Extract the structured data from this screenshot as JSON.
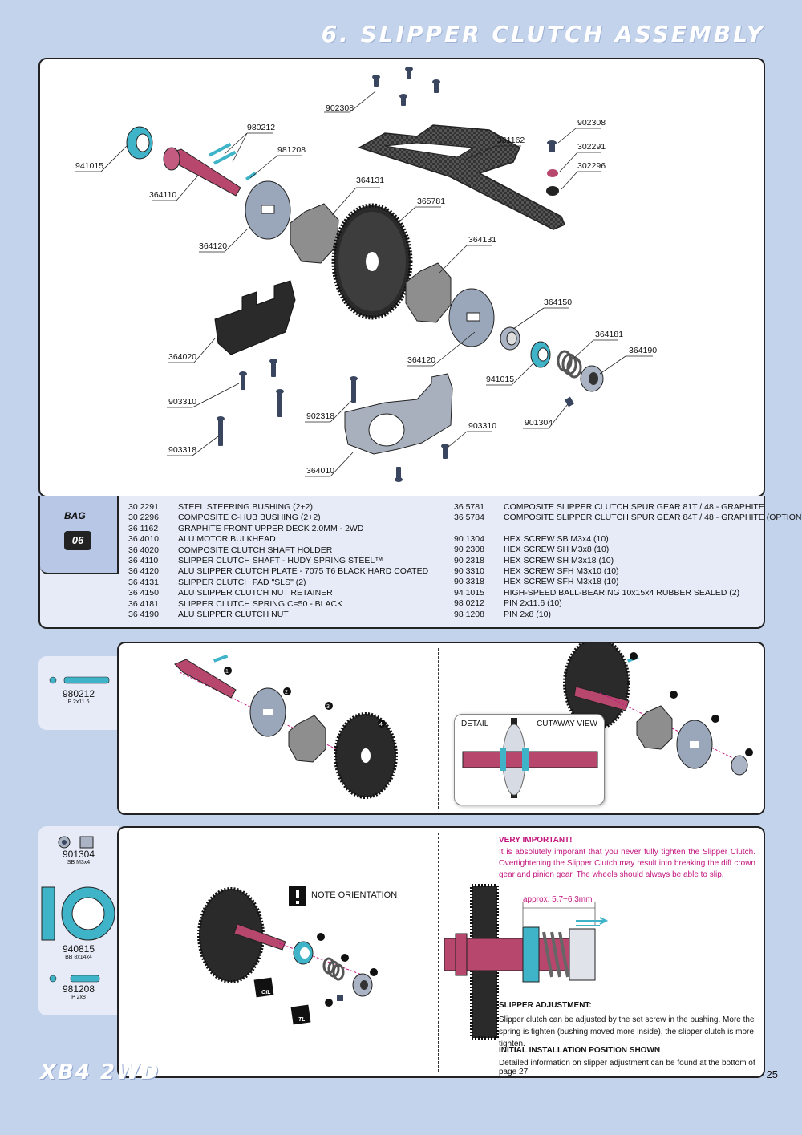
{
  "title": "6. SLIPPER CLUTCH ASSEMBLY",
  "bag": {
    "label": "BAG",
    "number": "06"
  },
  "diagram_labels": {
    "l902308a": "902308",
    "l980212": "980212",
    "l981208": "981208",
    "l941015a": "941015",
    "l364110": "364110",
    "l364131a": "364131",
    "l361162": "361162",
    "l902308b": "902308",
    "l302291": "302291",
    "l302296": "302296",
    "l365781": "365781",
    "l364120a": "364120",
    "l364131b": "364131",
    "l364150": "364150",
    "l364181": "364181",
    "l364190": "364190",
    "l364020": "364020",
    "l364120b": "364120",
    "l941015b": "941015",
    "l903310a": "903310",
    "l902318": "902318",
    "l903310b": "903310",
    "l901304": "901304",
    "l903318": "903318",
    "l364010": "364010"
  },
  "parts_left": [
    {
      "code": "30 2291",
      "desc": "STEEL STEERING BUSHING (2+2)"
    },
    {
      "code": "30 2296",
      "desc": "COMPOSITE C-HUB BUSHING (2+2)"
    },
    {
      "code": "36 1162",
      "desc": "GRAPHITE FRONT UPPER DECK 2.0MM - 2WD"
    },
    {
      "code": "36 4010",
      "desc": "ALU MOTOR BULKHEAD"
    },
    {
      "code": "36 4020",
      "desc": "COMPOSITE CLUTCH SHAFT HOLDER"
    },
    {
      "code": "36 4110",
      "desc": "SLIPPER CLUTCH SHAFT - HUDY SPRING STEEL™"
    },
    {
      "code": "36 4120",
      "desc": "ALU SLIPPER CLUTCH PLATE - 7075 T6 BLACK HARD COATED"
    },
    {
      "code": "36 4131",
      "desc": "SLIPPER CLUTCH PAD \"SLS\" (2)"
    },
    {
      "code": "36 4150",
      "desc": "ALU SLIPPER CLUTCH NUT RETAINER"
    },
    {
      "code": "36 4181",
      "desc": "SLIPPER CLUTCH SPRING C=50 - BLACK"
    },
    {
      "code": "36 4190",
      "desc": "ALU SLIPPER CLUTCH NUT"
    }
  ],
  "parts_right": [
    {
      "code": "36 5781",
      "desc": "COMPOSITE SLIPPER CLUTCH SPUR GEAR 81T / 48 - GRAPHITE"
    },
    {
      "code": "36 5784",
      "desc": "COMPOSITE SLIPPER CLUTCH SPUR GEAR 84T / 48 - GRAPHITE (OPTION)"
    },
    {
      "code": "",
      "desc": ""
    },
    {
      "code": "90 1304",
      "desc": "HEX SCREW  SB M3x4  (10)"
    },
    {
      "code": "90 2308",
      "desc": "HEX SCREW  SH M3x8  (10)"
    },
    {
      "code": "90 2318",
      "desc": "HEX SCREW  SH M3x18  (10)"
    },
    {
      "code": "90 3310",
      "desc": "HEX SCREW  SFH M3x10  (10)"
    },
    {
      "code": "90 3318",
      "desc": "HEX SCREW  SFH M3x18  (10)"
    },
    {
      "code": "94 1015",
      "desc": "HIGH-SPEED BALL-BEARING 10x15x4 RUBBER SEALED  (2)"
    },
    {
      "code": "98 0212",
      "desc": "PIN 2x11.6  (10)"
    },
    {
      "code": "98 1208",
      "desc": "PIN 2x8  (10)"
    }
  ],
  "side1": {
    "part": "980212",
    "sub": "P 2x11.6"
  },
  "side2": {
    "a_part": "901304",
    "a_sub": "SB M3x4",
    "b_part": "940815",
    "b_sub": "BB 8x14x4",
    "c_part": "981208",
    "c_sub": "P 2x8"
  },
  "step1": {
    "detail": "DETAIL",
    "cutaway": "CUTAWAY VIEW"
  },
  "step2": {
    "note": "NOTE ORIENTATION",
    "oil": "OIL",
    "tl": "TL",
    "important_title": "VERY IMPORTANT!",
    "important_text": "It is absolutely imporant that you never fully tighten the Slipper Clutch. Overtightening the Slipper Clutch may result into breaking the diff crown gear and pinion gear. The wheels should always be able to slip.",
    "approx": "approx. 5.7~6.3mm",
    "adj_title": "SLIPPER ADJUSTMENT:",
    "adj_text": "Slipper clutch can be adjusted by the set screw in the bushing. More the spring is tighten (bushing moved more inside), the slipper clutch is more tighten.",
    "init_title": "INITIAL INSTALLATION POSITION SHOWN",
    "init_text": "Detailed information on slipper adjustment can be found at the bottom of page 27."
  },
  "steps": [
    "1",
    "2",
    "3",
    "4"
  ],
  "footer": {
    "logo": "XB4 2WD",
    "page": "25"
  },
  "colors": {
    "background": "#c4d3ec",
    "accent_magenta": "#c2137d",
    "part_blue": "#3fb4c9",
    "shaft_pink": "#b8476e"
  }
}
